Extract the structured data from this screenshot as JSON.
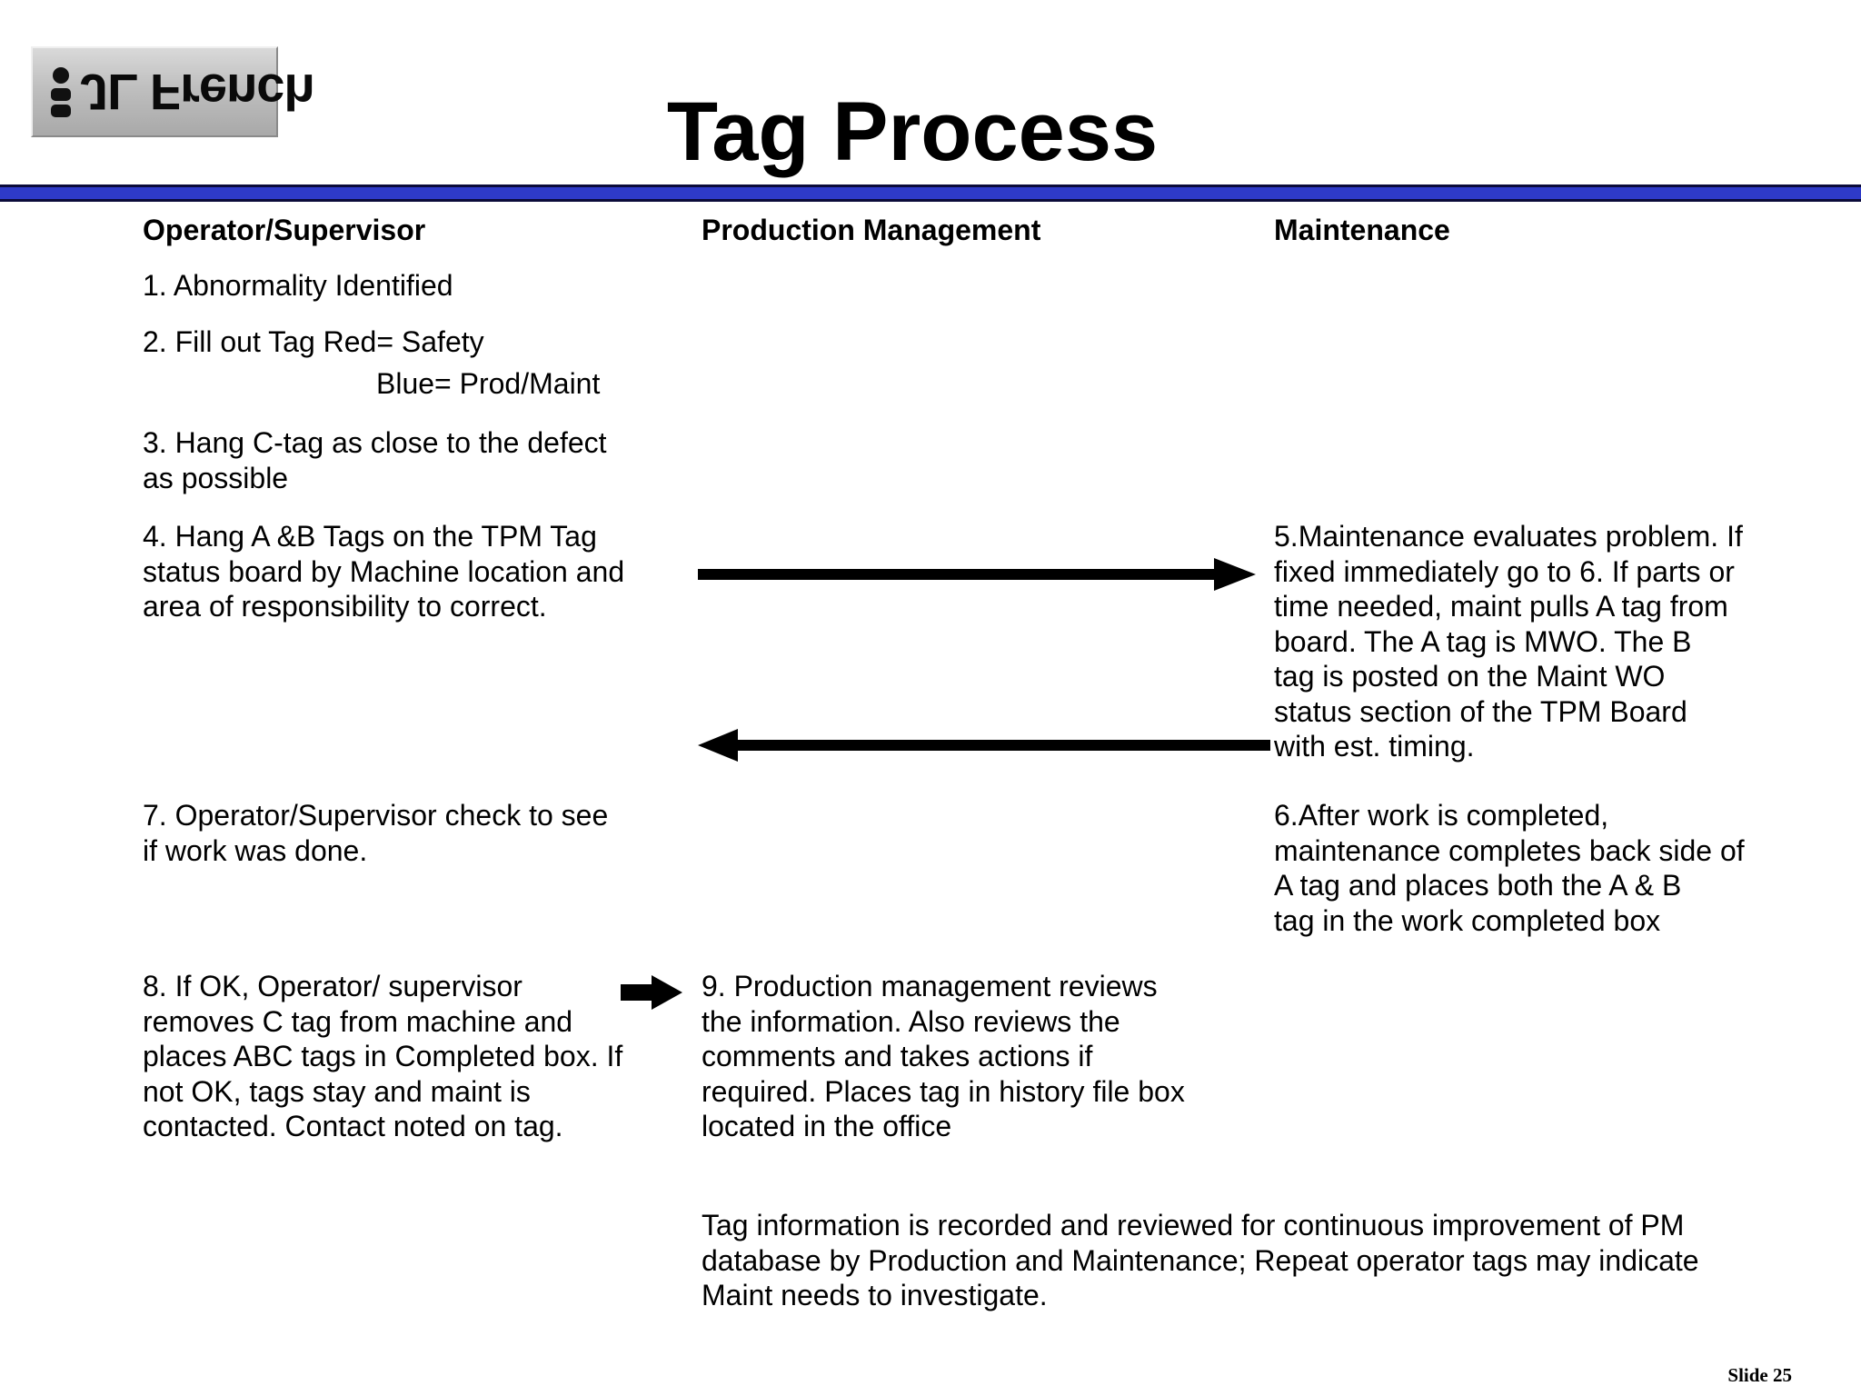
{
  "logo": {
    "text": "JL French"
  },
  "title": "Tag Process",
  "columns": {
    "operator": "Operator/Supervisor",
    "production": "Production Management",
    "maintenance": "Maintenance"
  },
  "steps": {
    "s1": "1. Abnormality Identified",
    "s2_line1": "2.  Fill out Tag  Red= Safety",
    "s2_line2": "Blue= Prod/Maint",
    "s3": "3.  Hang C-tag as close to the defect\nas possible",
    "s4": "4. Hang  A &B  Tags on the TPM Tag\nstatus board by Machine location and\narea of responsibility to correct.",
    "s5": "5.Maintenance evaluates problem. If\nfixed immediately go to 6. If parts or\ntime needed, maint pulls A tag  from\nboard. The A tag is MWO. The B\ntag is posted on the Maint WO\nstatus section of the TPM Board\nwith est.  timing.",
    "s6": "6.After work is completed,\nmaintenance completes back side of\n A tag and places  both the A & B\ntag in the work completed box",
    "s7": "7.  Operator/Supervisor check to see\nif work was done.",
    "s8": "8.  If OK, Operator/ supervisor\nremoves  C tag from machine and\nplaces ABC tags in Completed box. If\nnot OK, tags stay and maint is\ncontacted.  Contact noted on tag.",
    "s9": "9.  Production management reviews\nthe information. Also reviews the\ncomments and takes actions if\nrequired.  Places tag in history file box\nlocated in the office"
  },
  "footer_note": "Tag information is recorded and reviewed for continuous improvement of PM\ndatabase by Production and Maintenance; Repeat operator tags may indicate\nMaint needs to investigate.",
  "slide_number": "Slide 25",
  "colors": {
    "rule_blue": "#2e3ac8",
    "text": "#000000"
  }
}
